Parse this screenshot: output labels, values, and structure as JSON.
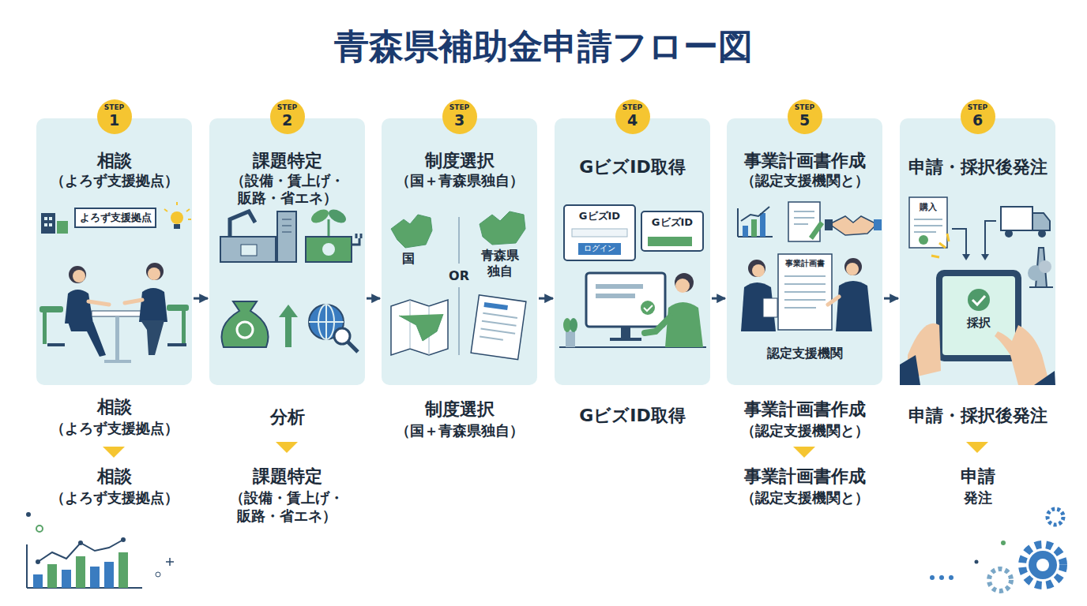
{
  "diagram": {
    "title": "青森県補助金申請フロー図",
    "nodes": [
      {
        "text": [
          "STEP",
          "1"
        ]
      },
      {
        "text": [
          "相談",
          "（よろず支援拠点）"
        ]
      },
      {
        "text": [
          "STEP",
          "2"
        ]
      },
      {
        "text": [
          "課題特定",
          "（設備・賃上げ・販路・省エネ）"
        ]
      },
      {
        "text": [
          "STEP",
          "3"
        ]
      },
      {
        "text": [
          "制度選択",
          "（国＋青森県独自）"
        ]
      },
      {
        "text": [
          "STEP",
          "4"
        ]
      },
      {
        "text": [
          "GビズID取得"
        ]
      },
      {
        "text": [
          "STEP",
          "5"
        ]
      },
      {
        "text": [
          "事業計画書作成",
          "（認定支援機関と）"
        ]
      },
      {
        "text": [
          "STEP",
          "6"
        ]
      },
      {
        "text": [
          "申請・採択後発注"
        ]
      }
    ],
    "edges": [
      {
        "from": 1,
        "to": 3,
        "arrow": "to"
      },
      {
        "from": 3,
        "to": 5,
        "arrow": "to"
      },
      {
        "from": 5,
        "to": 7,
        "arrow": "to"
      },
      {
        "from": 7,
        "to": 9,
        "arrow": "to"
      },
      {
        "from": 9,
        "to": 11,
        "arrow": "to"
      }
    ],
    "labels": [
      "よろず支援拠点",
      "国",
      "OR",
      "青森県 独自",
      "GビズID",
      "ログイン",
      "GビズID",
      "事業計画書",
      "認定支援機関",
      "購入",
      "採択",
      "相談",
      "（よろず支援拠点）",
      "相談",
      "（よろず支援拠点）",
      "分析",
      "課題特定",
      "（設備・賃上げ・販路・省エネ）",
      "制度選択",
      "（国＋青森県独自）",
      "GビズID取得",
      "事業計画書作成",
      "（認定支援機関と）",
      "事業計画書作成",
      "（認定支援機関と）",
      "申請・採択後発注",
      "申請",
      "発注"
    ]
  }
}
